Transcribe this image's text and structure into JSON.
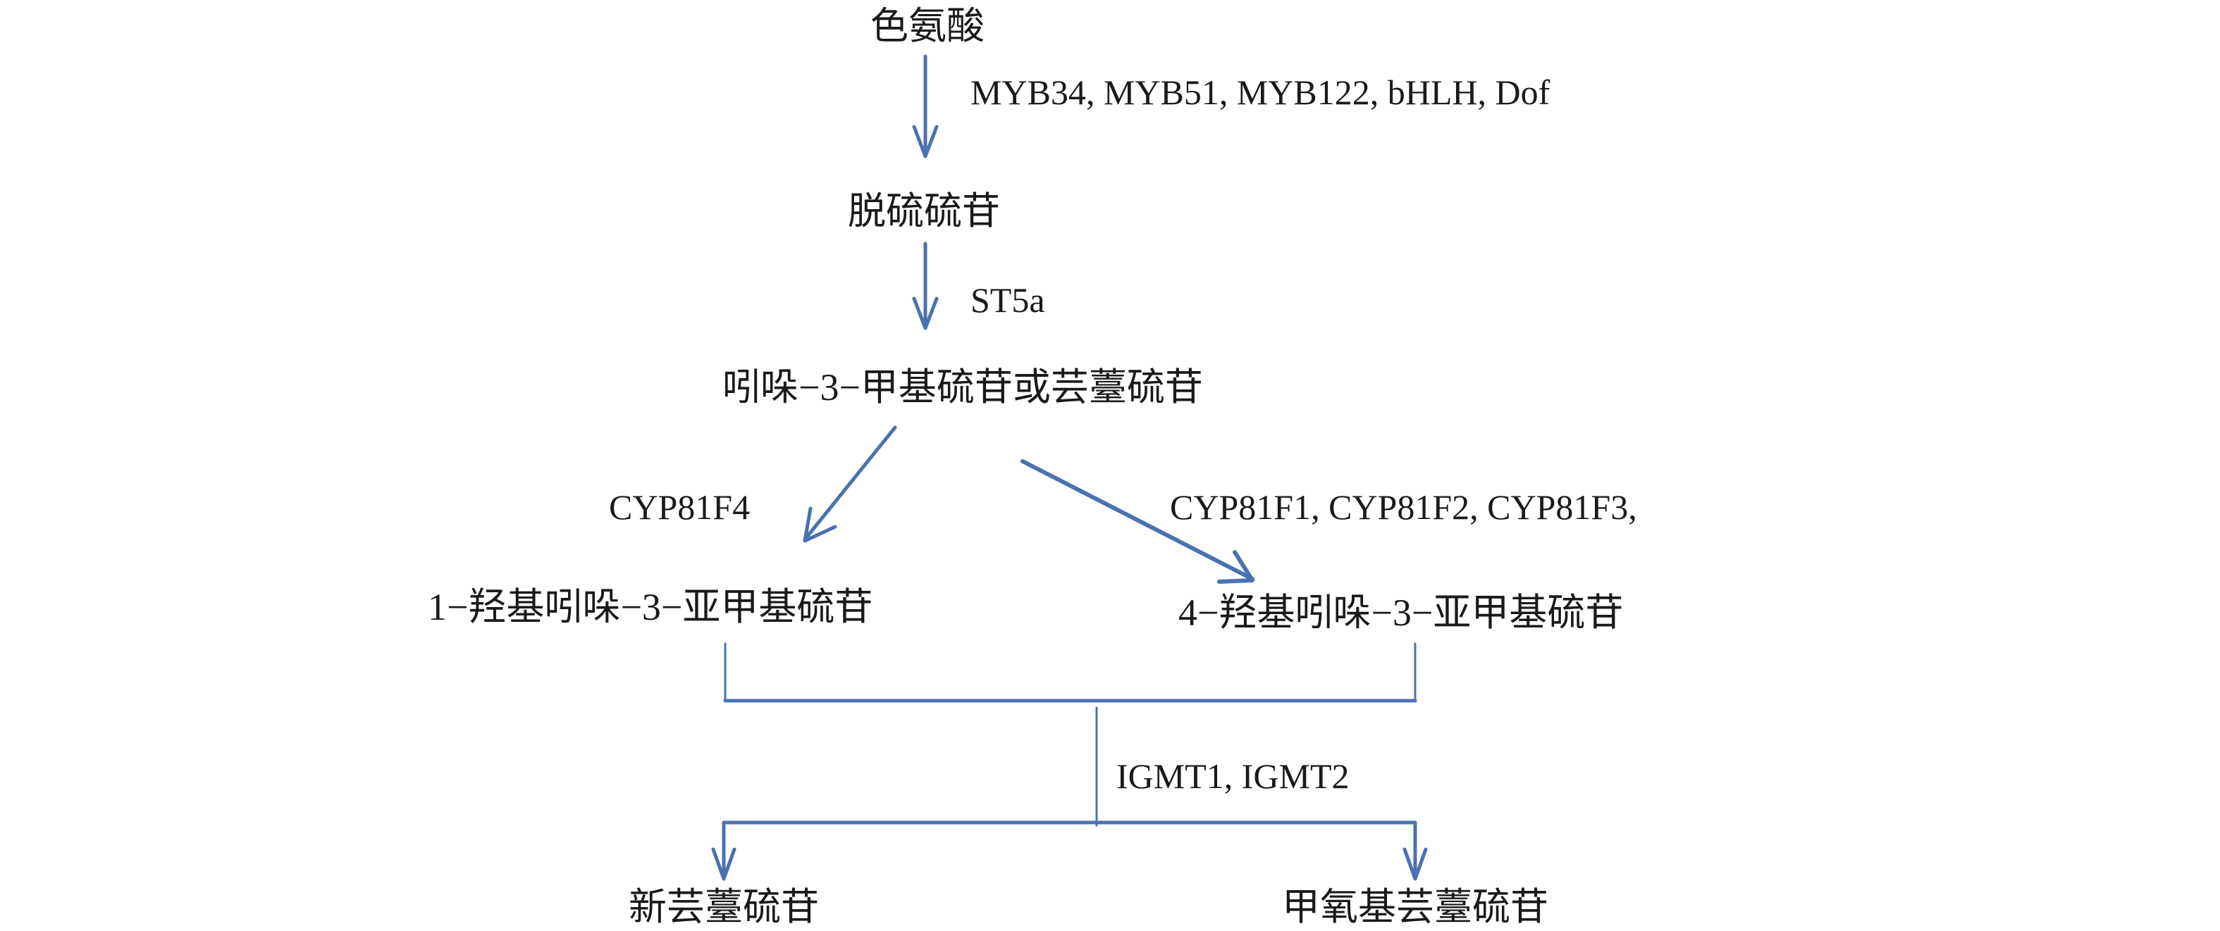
{
  "colors": {
    "arrow": "#4a72b0",
    "text": "#1a1a1a"
  },
  "nodes": {
    "tryptophan": "色氨酸",
    "desulfo": "脱硫硫苷",
    "i3m": "吲哚−3−甲基硫苷或芸薹硫苷",
    "h1": "1−羟基吲哚−3−亚甲基硫苷",
    "h4": "4−羟基吲哚−3−亚甲基硫苷",
    "neo": "新芸薹硫苷",
    "methoxy": "甲氧基芸薹硫苷"
  },
  "enzymes": {
    "step1": "MYB34, MYB51, MYB122, bHLH, Dof",
    "step2": "ST5a",
    "left": "CYP81F4",
    "right": "CYP81F1, CYP81F2, CYP81F3,",
    "final": "IGMT1, IGMT2"
  }
}
